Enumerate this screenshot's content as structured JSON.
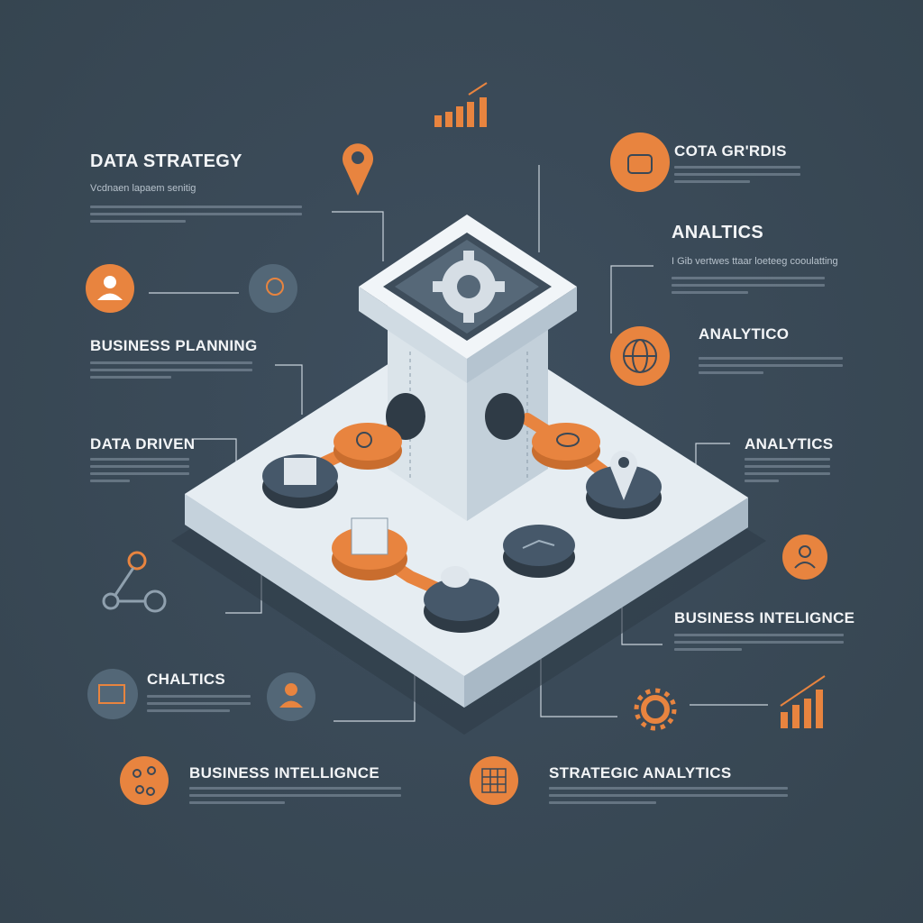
{
  "colors": {
    "background": "#3b4b5b",
    "accent": "#e8843f",
    "platform": "#e6edf2",
    "dark_disc": "#3a4856"
  },
  "sections": [
    {
      "title": "DATA STRATEGY",
      "subtitle": "Vcdnaen lapaem senitig"
    },
    {
      "title": "COTA GR'RDIS"
    },
    {
      "title": "ANALTICS",
      "subtitle": "I Gib vertwes ttaar loeteeg cooulatting"
    },
    {
      "title": "BUSINESS PLANNING"
    },
    {
      "title": "ANALYTICO"
    },
    {
      "title": "DATA DRIVEN"
    },
    {
      "title": "ANALYTICS"
    },
    {
      "title": "BUSINESS INTELIGNCE"
    },
    {
      "title": "CHALTICS"
    },
    {
      "title": "BUSINESS INTELLIGNCE"
    },
    {
      "title": "STRATEGIC ANALYTICS"
    }
  ],
  "icons": [
    "bar-chart-up",
    "location-pin",
    "team",
    "user",
    "analytics-head",
    "globe",
    "user",
    "network",
    "presentation-board",
    "user",
    "gear",
    "bar-chart-up",
    "network",
    "grid-table",
    "gear",
    "server-cube",
    "data-cube",
    "search",
    "location-pin",
    "network",
    "database"
  ]
}
